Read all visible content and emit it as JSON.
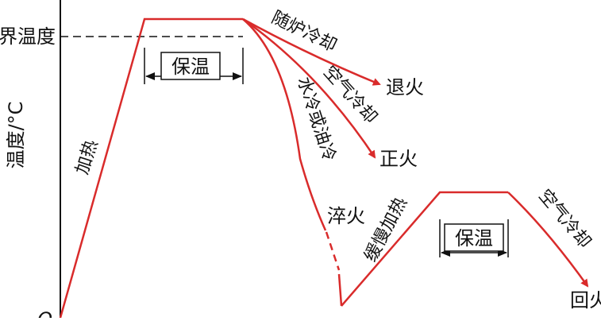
{
  "colors": {
    "curve": "#d92b2b",
    "axis": "#111111",
    "text": "#111111",
    "background": "#ffffff"
  },
  "labels": {
    "y_axis": "温度/°C",
    "origin": "O",
    "critical_temp": "临界温度",
    "heating": "加热",
    "hold_1": "保温",
    "furnace_cool": "随炉冷却",
    "air_cool_1": "空气冷却",
    "water_oil_cool": "水冷或油冷",
    "annealing": "退火",
    "normalizing": "正火",
    "quenching": "淬火",
    "slow_heating": "缓慢加热",
    "hold_2": "保温",
    "air_cool_2": "空气冷却",
    "tempering": "回火"
  }
}
